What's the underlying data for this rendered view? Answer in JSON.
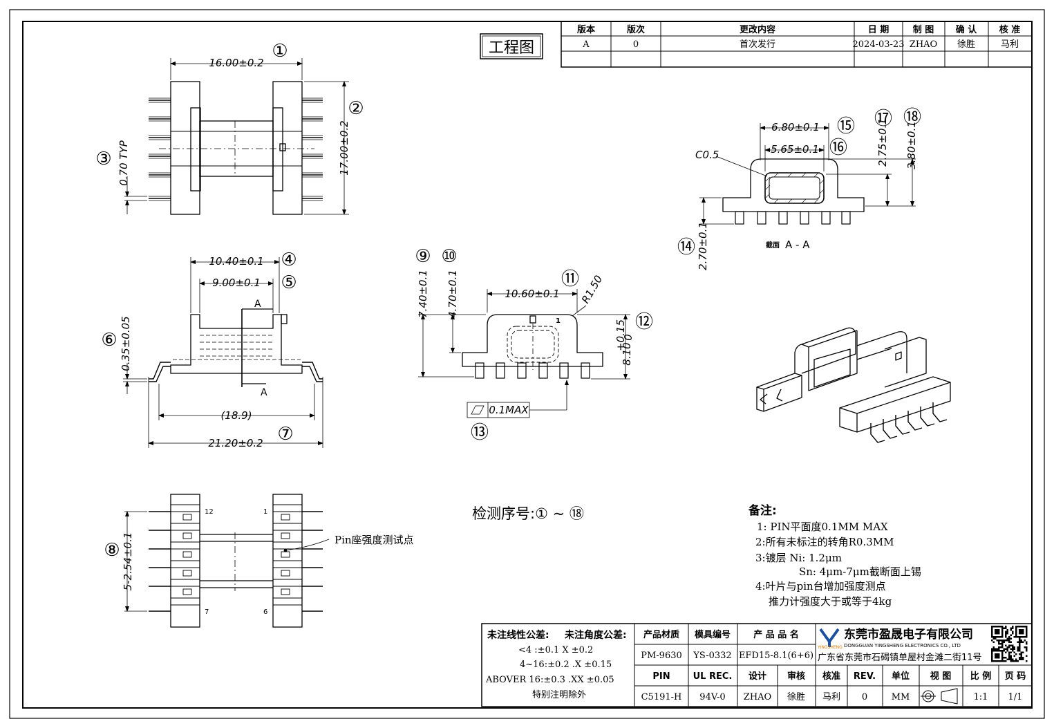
{
  "title_stamp": "工程图",
  "revision_table": {
    "headers": [
      "版本",
      "版次",
      "更改内容",
      "日 期",
      "制 图",
      "确 认",
      "核 准"
    ],
    "rows": [
      [
        "A",
        "0",
        "首次发行",
        "2024-03-23",
        "ZHAO",
        "徐胜",
        "马利"
      ]
    ]
  },
  "balloons": [
    "①",
    "②",
    "③",
    "④",
    "⑤",
    "⑥",
    "⑦",
    "⑧",
    "⑨",
    "⑩",
    "⑪",
    "⑫",
    "⑬",
    "⑭",
    "⑮",
    "⑯",
    "⑰",
    "⑱"
  ],
  "dimensions": {
    "d1": "16.00±0.2",
    "d2": "17.00±0.2",
    "d3": "0.70 TYP",
    "d4": "10.40±0.1",
    "d5": "9.00±0.1",
    "d6": "0.35±0.05",
    "d7": "21.20±0.2",
    "d7_ref": "(18.9)",
    "d8": "5-2.54±0.1",
    "d9": "7.40±0.1",
    "d10": "4.70±0.1",
    "d11": "10.60±0.1",
    "radius": "R1.50",
    "d12": "8.10",
    "d12_tol_upper": "+0.15",
    "d12_tol_lower": "0",
    "d13": "0.1MAX",
    "d14": "2.70±0.1",
    "d15": "6.80±0.1",
    "d16": "5.65±0.1",
    "d17": "2.75±0.1",
    "d18": "3.80±0.1",
    "chamfer": "C0.5"
  },
  "section_label": "A",
  "section_caption_prefix": "截面",
  "section_caption": "A - A",
  "pin_labels": {
    "p12": "12",
    "p1": "1",
    "p7": "7",
    "p6": "6",
    "pin1_mark": "1"
  },
  "pin_test_label": "Pin座强度测试点",
  "inspection": "检测序号:① ~ ⑱",
  "notes": {
    "heading": "备注:",
    "lines": [
      "1: PIN平面度0.1MM MAX",
      "2:所有未标注的转角R0.3MM",
      "3:镀层 Ni: 1.2μm",
      "Sn: 4μm-7μm截断面上锡",
      "4:叶片与pin台增加强度测点",
      "推力计强度大于或等于4kg"
    ]
  },
  "tolerance": {
    "linear_title": "未注线性公差:",
    "angle_title": "未注角度公差:",
    "lines": [
      "<4 :±0.1   X ±0.2",
      "4~16:±0.2  .X ±0.15",
      "ABOVER 16:±0.3  .XX ±0.05"
    ],
    "footer": "特别注明除外"
  },
  "title_block": {
    "material_label": "产品材质",
    "mold_label": "模具编号",
    "product_label": "产 品 品 名",
    "material": "PM-9630",
    "mold": "YS-0332",
    "product": "EFD15-8.1(6+6)",
    "pin_label": "PIN",
    "ul_label": "UL REC.",
    "design_label": "设计",
    "review_label": "审核",
    "approve_label": "核准",
    "rev_label": "REV.",
    "unit_label": "单位",
    "view_label": "视 图",
    "scale_label": "比 例",
    "page_label": "页 码",
    "pin": "C5191-H",
    "ul": "94V-0",
    "design": "ZHAO",
    "review": "徐胜",
    "approve": "马利",
    "rev": "0",
    "unit": "MM",
    "scale": "1:1",
    "page": "1/1"
  },
  "company": {
    "name": "东莞市盈晟电子有限公司",
    "name_en": "DONGGUAN YINGSHENG ELECTRONICS CO., LTD",
    "logo_text": "YINGSHENG",
    "address": "广东省东莞市石碣镇单屋村金滩二街11号"
  }
}
